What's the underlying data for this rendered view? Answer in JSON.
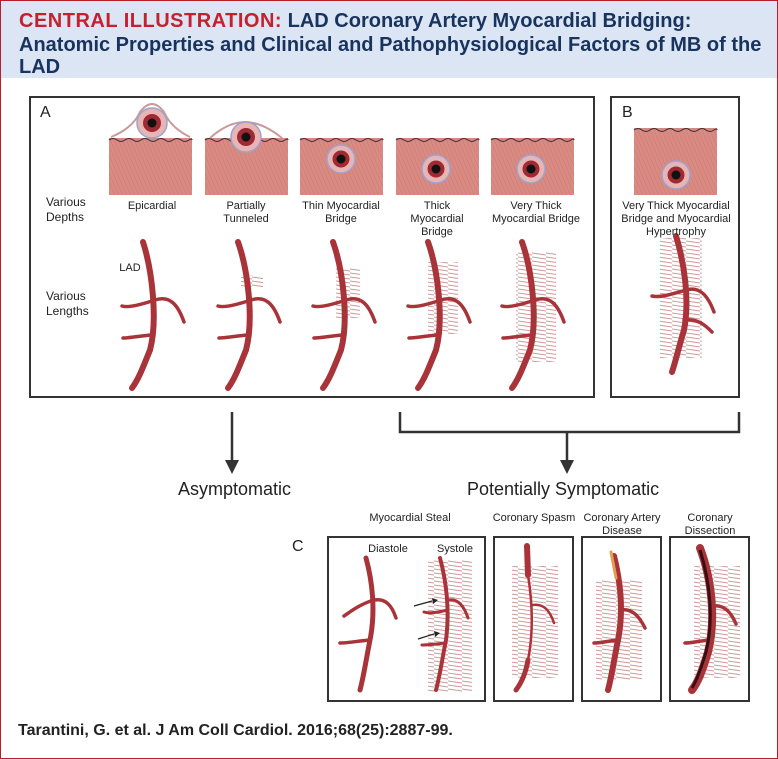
{
  "header": {
    "tag": "CENTRAL ILLUSTRATION:",
    "title_line1": "LAD Coronary Artery Myocardial Bridging:",
    "title_line2": "Anatomic Properties and Clinical and Pathophysiological Factors of MB of the",
    "title_line3": "LAD"
  },
  "panel_a": {
    "label": "A",
    "row_depths": "Various Depths",
    "row_lengths": "Various Lengths",
    "lad_label": "LAD",
    "columns": [
      "Epicardial",
      "Partially Tunneled",
      "Thin Myocardial Bridge",
      "Thick Myocardial Bridge",
      "Very Thick Myocardial Bridge"
    ]
  },
  "panel_b": {
    "label": "B",
    "caption": "Very Thick Myocardial Bridge and Myocardial Hypertrophy"
  },
  "outcomes": {
    "asymptomatic": "Asymptomatic",
    "symptomatic": "Potentially Symptomatic"
  },
  "panel_c": {
    "label": "C",
    "steal": "Myocardial Steal",
    "diastole": "Diastole",
    "systole": "Systole",
    "spasm": "Coronary Spasm",
    "cad": "Coronary Artery Disease",
    "dissection": "Coronary Dissection"
  },
  "colors": {
    "accent_red": "#c4212f",
    "navy": "#17335e",
    "header_bg": "#dbe5f3",
    "artery": "#a8343a",
    "muscle": "#d98a82"
  },
  "citation": "Tarantini, G. et al. J Am Coll Cardiol. 2016;68(25):2887-99."
}
